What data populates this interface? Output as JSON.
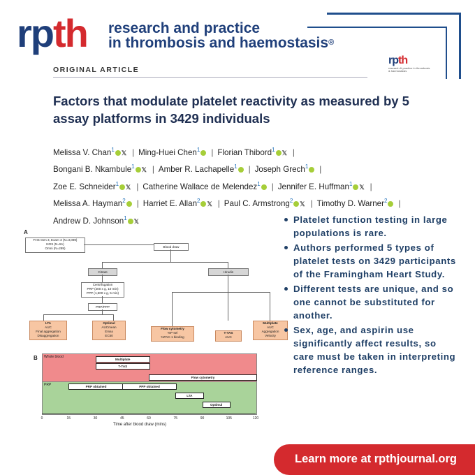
{
  "journal": {
    "logo_rp": "rp",
    "logo_th": "th",
    "name_line1": "research and practice",
    "name_line2": "in thrombosis and haemostasis",
    "registered": "®",
    "mini_logo_rp": "rp",
    "mini_logo_th": "th",
    "mini_logo_sub": "research & practice in thrombosis & haemostasis"
  },
  "article": {
    "type": "ORIGINAL ARTICLE",
    "title": "Factors that modulate platelet reactivity as measured by 5 assay platforms in 3429 individuals",
    "authors": [
      {
        "name": "Melissa V. Chan",
        "aff": "1"
      },
      {
        "name": "Ming-Huei Chen",
        "aff": "1"
      },
      {
        "name": "Florian Thibord",
        "aff": "1"
      },
      {
        "name": "Bongani B. Nkambule",
        "aff": "1"
      },
      {
        "name": "Amber R. Lachapelle",
        "aff": "1"
      },
      {
        "name": "Joseph Grech",
        "aff": "1"
      },
      {
        "name": "Zoe E. Schneider",
        "aff": "1"
      },
      {
        "name": "Catherine Wallace de Melendez",
        "aff": "1"
      },
      {
        "name": "Jennifer E. Huffman",
        "aff": "1"
      },
      {
        "name": "Melissa A. Hayman",
        "aff": "2"
      },
      {
        "name": "Harriet E. Allan",
        "aff": "2"
      },
      {
        "name": "Paul C. Armstrong",
        "aff": "2"
      },
      {
        "name": "Timothy D. Warner",
        "aff": "2"
      },
      {
        "name": "Andrew D. Johnson",
        "aff": "1"
      }
    ]
  },
  "figure": {
    "panel_a": "A",
    "panel_b": "B",
    "cohort": [
      "FHS Gen 3, Exam 3 (N=3,089)",
      "NOS (N=51)",
      "Omni (N=289)"
    ],
    "blood_draw": "Blood draw",
    "citrate": "Citrate",
    "hirudin": "Hirudin",
    "centrifugation": [
      "Centrifugation",
      "PRP (200 x g, 10 min)",
      "PPP (1,500 x g, 5 min)"
    ],
    "prp_ppp": "PRP/PPP",
    "assays": [
      {
        "name": "LTA",
        "lines": [
          "AUC",
          "Final aggregation",
          "Disaggregation"
        ]
      },
      {
        "name": "Optimul",
        "lines": [
          "AUCmean",
          "Emax",
          "EC50"
        ]
      },
      {
        "name": "Flow cytometry",
        "lines": [
          "%P-sel",
          "%PAC-1 binding"
        ]
      },
      {
        "name": "T-TAS",
        "lines": [
          "AUC"
        ]
      },
      {
        "name": "Multiplate",
        "lines": [
          "AUC",
          "Aggregation",
          "Velocity"
        ]
      }
    ],
    "whole_blood": "Whole blood",
    "prp": "PRP",
    "timeline_bars": [
      "Multiplate",
      "T-TAS",
      "Flow cytometry",
      "PRP obtained",
      "PPP obtained",
      "LTA",
      "Optimul"
    ],
    "x_ticks": [
      "0",
      "15",
      "30",
      "45",
      "60",
      "75",
      "90",
      "105",
      "120"
    ],
    "x_label": "Time after blood draw (mins)"
  },
  "bullets": [
    "Platelet function testing in large populations is rare.",
    "Authors performed 5 types of platelet tests on 3429 participants of the Framingham Heart Study.",
    "Different tests are unique, and so one cannot be substituted for another.",
    "Sex, age, and aspirin use significantly affect results, so care must be taken in interpreting reference ranges."
  ],
  "cta": "Learn more at rpthjournal.org",
  "colors": {
    "navy": "#1f3f7a",
    "red": "#d42a2e",
    "whole_blood_band": "#f08a8c",
    "prp_band": "#a9d39a",
    "assay_box": "#f7c6a3"
  }
}
